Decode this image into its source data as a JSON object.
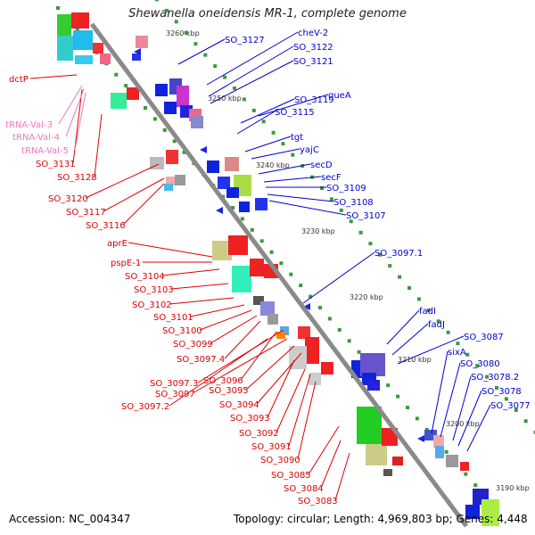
{
  "title": "Shewanella oneidensis MR-1, complete genome",
  "accession_text": "Accession: NC_004347",
  "topology_text": "Topology: circular; Length: 4,969,803 bp; Genes: 4,448",
  "colors": {
    "axis": "#8a8a8a",
    "plus_label": "#0000cc",
    "minus_label": "#dd0000",
    "trna_label": "#ee77bb",
    "scale_dot": "#3a9a3a"
  },
  "scale_ticks": [
    "3260 kbp",
    "3250 kbp",
    "3240 kbp",
    "3230 kbp",
    "3220 kbp",
    "3210 kbp",
    "3200 kbp",
    "3190 kbp"
  ],
  "plus_labels": [
    "SO_3127",
    "cheV-2",
    "SO_3122",
    "SO_3121",
    "queA",
    "SO_3119",
    "SO_3115",
    "tgt",
    "yajC",
    "secD",
    "secF",
    "SO_3109",
    "SO_3108",
    "SO_3107",
    "SO_3097.1",
    "fadI",
    "fadJ",
    "SO_3087",
    "sixA",
    "SO_3080",
    "SO_3078.2",
    "SO_3078",
    "SO_3077"
  ],
  "minus_labels": [
    "dctP",
    "SO_3131",
    "SO_3128",
    "SO_3120",
    "SO_3117",
    "SO_3116",
    "aprE",
    "pspE-1",
    "SO_3104",
    "SO_3103",
    "SO_3102",
    "SO_3101",
    "SO_3100",
    "SO_3099",
    "SO_3097.4",
    "SO_3097.3",
    "SO_3096",
    "SO_3097",
    "SO_3095",
    "SO_3097.2",
    "SO_3094",
    "SO_3093",
    "SO_3092",
    "SO_3091",
    "SO_3090",
    "SO_3085",
    "SO_3084",
    "SO_3083"
  ],
  "trna_labels": [
    "tRNA-Val-3",
    "tRNA-Val-4",
    "tRNA-Val-5"
  ]
}
